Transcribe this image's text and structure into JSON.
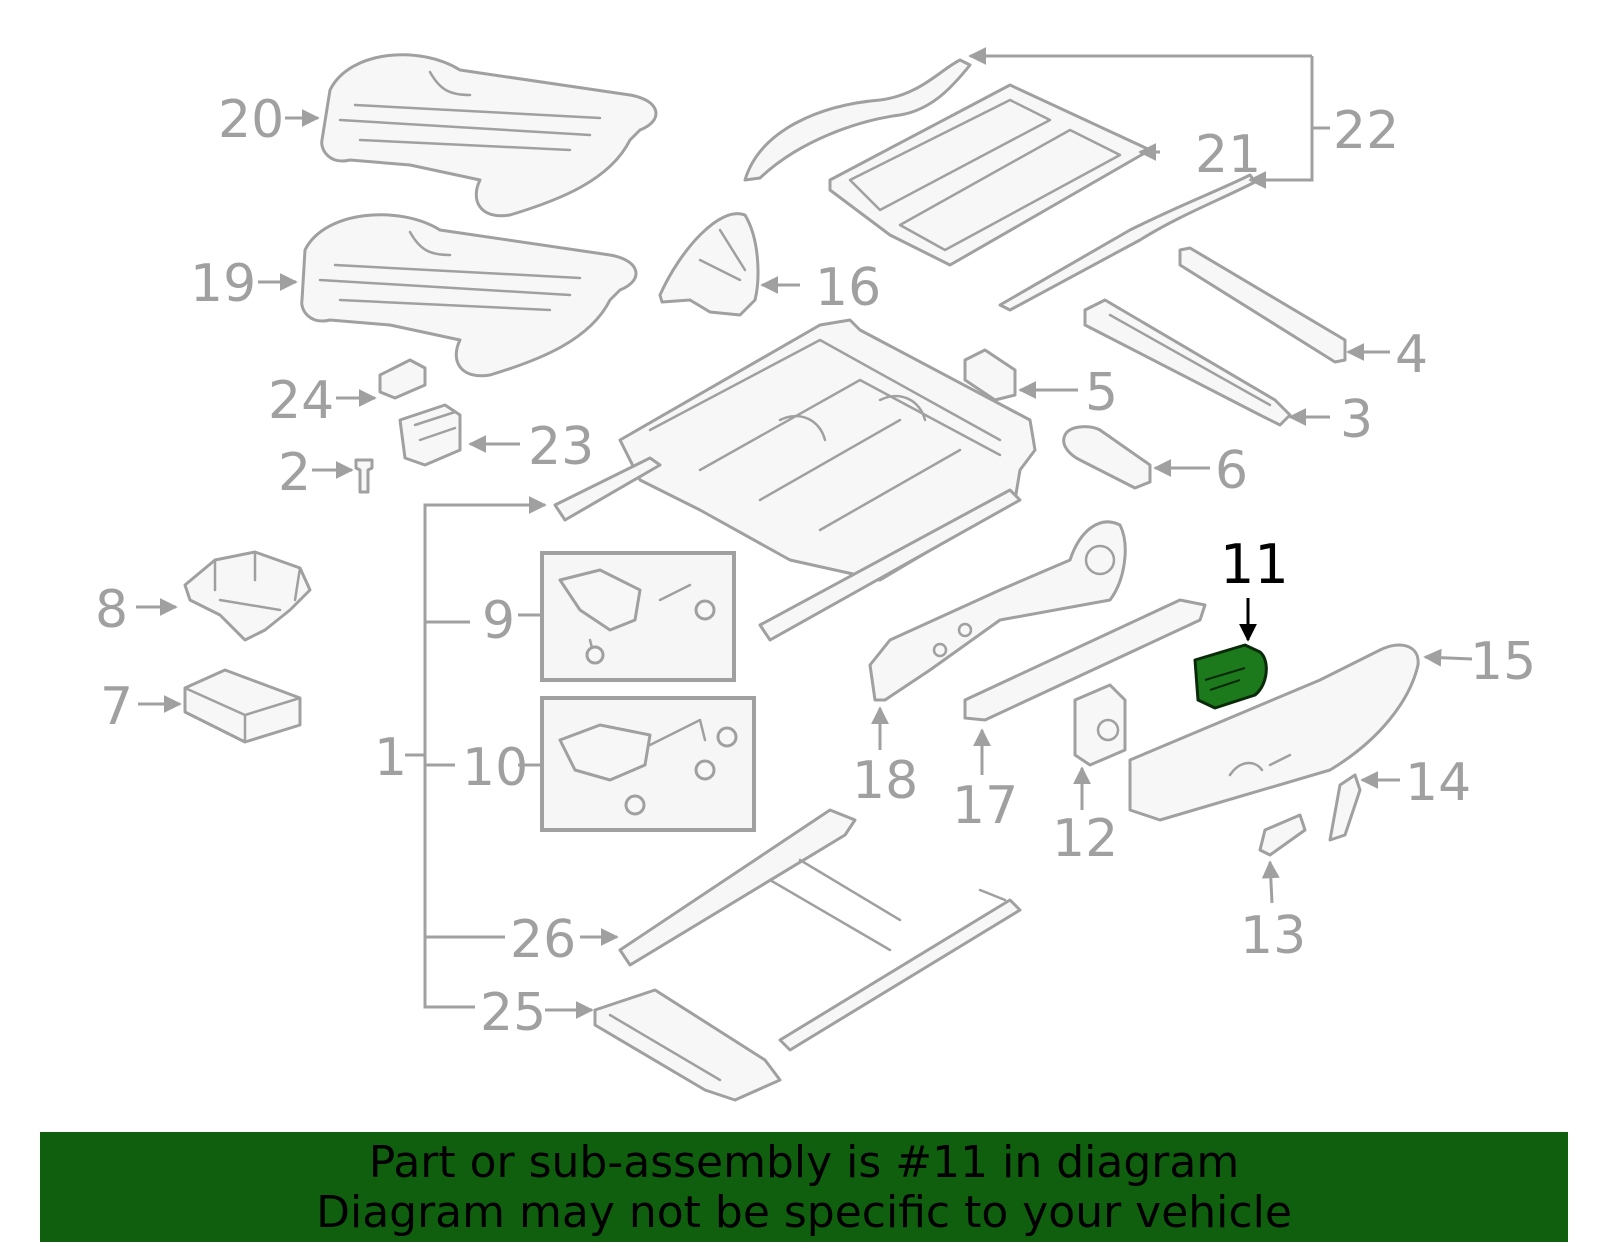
{
  "diagram": {
    "callouts": [
      "1",
      "2",
      "3",
      "4",
      "5",
      "6",
      "7",
      "8",
      "9",
      "10",
      "11",
      "12",
      "13",
      "14",
      "15",
      "16",
      "17",
      "18",
      "19",
      "20",
      "21",
      "22",
      "23",
      "24",
      "25",
      "26"
    ],
    "highlighted_callout": "11",
    "highlight_color": "#1c7a1c",
    "line_color": "#a0a0a0"
  },
  "banner": {
    "line1": "Part or sub-assembly is #11 in diagram",
    "line2": "Diagram may not be specific to your vehicle",
    "background": "#0f5f0f"
  }
}
